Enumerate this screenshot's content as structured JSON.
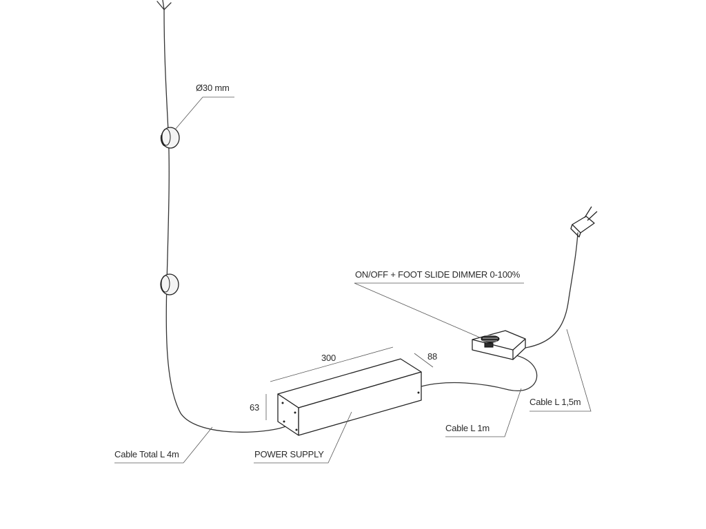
{
  "labels": {
    "diameter": "Ø30 mm",
    "switch": "ON/OFF + FOOT SLIDE DIMMER 0-100%",
    "dim_length": "300",
    "dim_width": "88",
    "dim_height": "63",
    "cable_total": "Cable Total L 4m",
    "power_supply": "POWER SUPPLY",
    "cable_1m": "Cable L 1m",
    "cable_15m": "Cable L 1,5m"
  }
}
